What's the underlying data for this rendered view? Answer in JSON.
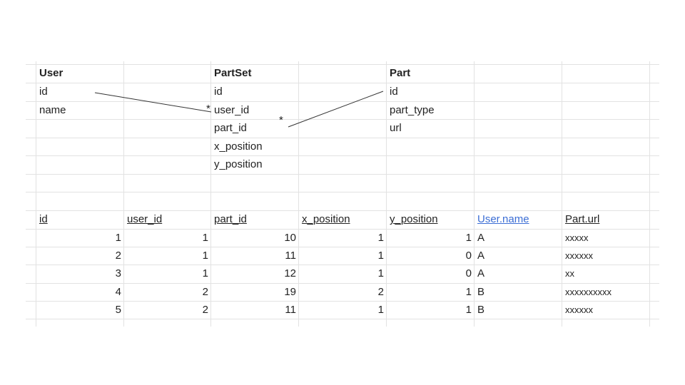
{
  "diagram": {
    "entities": [
      {
        "title": "User",
        "fields": [
          "id",
          "name"
        ]
      },
      {
        "title": "PartSet",
        "fields": [
          "id",
          "user_id",
          "part_id",
          "x_position",
          "y_position"
        ]
      },
      {
        "title": "Part",
        "fields": [
          "id",
          "part_type",
          "url"
        ]
      }
    ],
    "relations": [
      {
        "from": "User.id",
        "to": "PartSet.user_id",
        "cardinality_mark": "*"
      },
      {
        "from": "Part.id",
        "to": "PartSet.part_id",
        "cardinality_mark": "*"
      }
    ]
  },
  "table": {
    "headers": [
      "id",
      "user_id",
      "part_id",
      "x_position",
      "y_position",
      "User.name",
      "Part.url"
    ],
    "rows": [
      [
        "1",
        "1",
        "10",
        "1",
        "1",
        "A",
        "xxxxx"
      ],
      [
        "2",
        "1",
        "11",
        "1",
        "0",
        "A",
        "xxxxxx"
      ],
      [
        "3",
        "1",
        "12",
        "1",
        "0",
        "A",
        "xx"
      ],
      [
        "4",
        "2",
        "19",
        "2",
        "1",
        "B",
        "xxxxxxxxxx"
      ],
      [
        "5",
        "2",
        "11",
        "1",
        "1",
        "B",
        "xxxxxx"
      ]
    ]
  }
}
